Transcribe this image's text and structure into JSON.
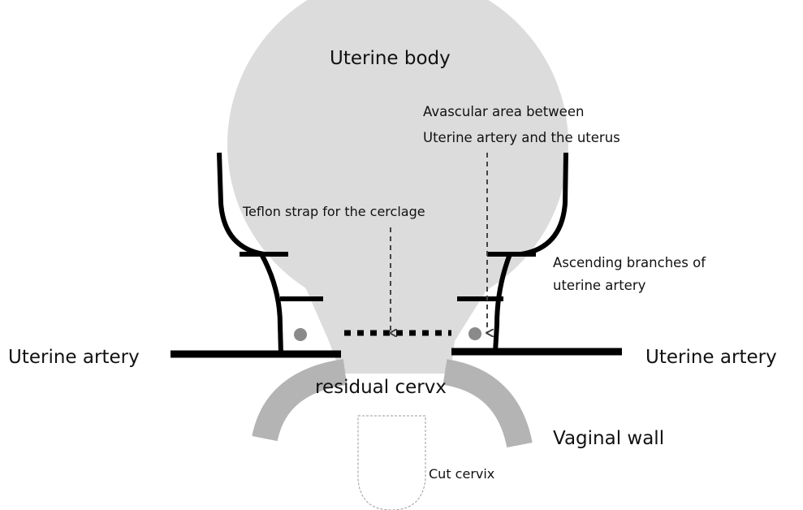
{
  "labels": {
    "uterine_body": "Uterine body",
    "avascular_line1": "Avascular area between",
    "avascular_line2": "Uterine artery and the uterus",
    "teflon_strap": "Teflon strap for the cerclage",
    "ascending_line1": "Ascending branches of",
    "ascending_line2": "uterine artery",
    "uterine_artery_left": "Uterine artery",
    "uterine_artery_right": "Uterine artery",
    "residual_cervix": "residual cervx",
    "vaginal_wall": "Vaginal wall",
    "cut_cervix": "Cut cervix"
  },
  "colors": {
    "uterus_fill": "#dcdcdc",
    "vaginal_wall": "#b4b4b4",
    "artery": "#000000",
    "vessel_dot": "#8a8a8a",
    "arrow": "#444444"
  }
}
